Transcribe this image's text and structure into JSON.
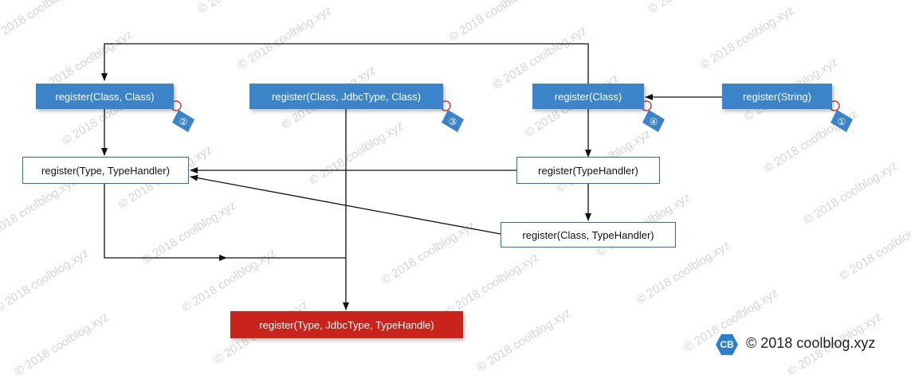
{
  "watermark": {
    "text": "© 2018 coolblog.xyz",
    "color": "#d6d6d6"
  },
  "nodes": {
    "reg_class_class": {
      "label": "register(Class, Class)",
      "style": "blue"
    },
    "reg_class_jdbc_class": {
      "label": "register(Class, JdbcType, Class)",
      "style": "blue"
    },
    "reg_class": {
      "label": "register(Class)",
      "style": "blue"
    },
    "reg_string": {
      "label": "register(String)",
      "style": "blue"
    },
    "reg_type_handler": {
      "label": "register(Type, TypeHandler)",
      "style": "white"
    },
    "reg_typehandler": {
      "label": "register(TypeHandler)",
      "style": "white"
    },
    "reg_class_typehandler": {
      "label": "register(Class, TypeHandler)",
      "style": "white"
    },
    "reg_type_jdbc_handle": {
      "label": "register(Type, JdbcType, TypeHandle)",
      "style": "red"
    }
  },
  "tags": [
    {
      "label": "②",
      "node": "reg_class_class"
    },
    {
      "label": "③",
      "node": "reg_class_jdbc_class"
    },
    {
      "label": "④",
      "node": "reg_class"
    },
    {
      "label": "①",
      "node": "reg_string"
    }
  ],
  "colors": {
    "blue": "#3b84c9",
    "red": "#c9231b",
    "tag": "#3b84c9",
    "ring": "#d23b3b"
  },
  "credit": {
    "logo_text": "CB",
    "text": "© 2018 coolblog.xyz"
  }
}
